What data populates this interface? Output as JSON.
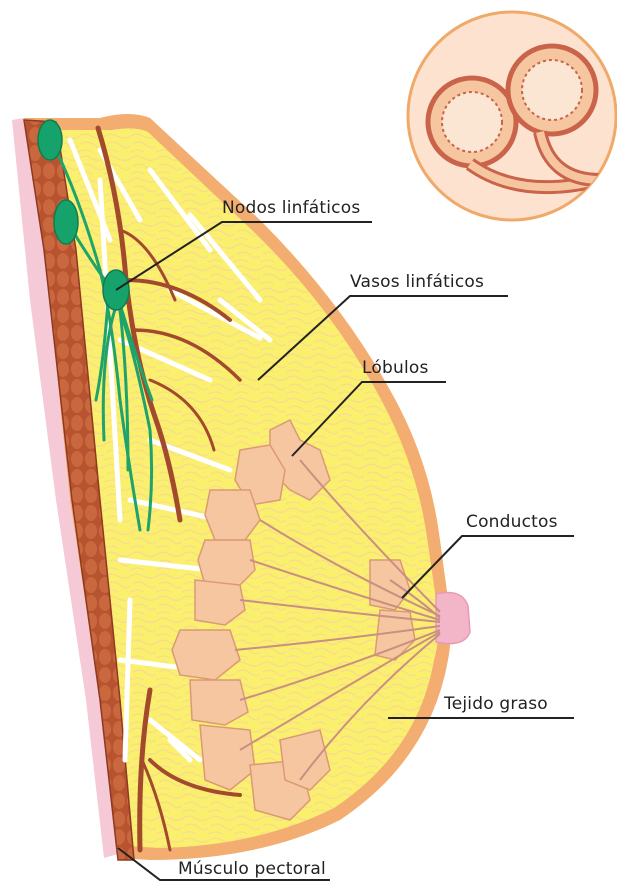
{
  "diagram": {
    "labels": {
      "lymph_nodes": "Nodos linfáticos",
      "lymph_vessels": "Vasos linfáticos",
      "lobules": "Lóbulos",
      "ducts": "Conductos",
      "fatty_tissue": "Tejido graso",
      "pectoral_muscle": "Músculo pectoral"
    },
    "colors": {
      "skin": "#f5c9d6",
      "outline": "#f0a96b",
      "fat": "#fbef6e",
      "fat_cells": "#f6df9a",
      "muscle": "#b5502f",
      "vessel": "#a34a2c",
      "lymph": "#1ea36b",
      "lobule": "#f6c6a0",
      "lobule_edge": "#d99a75",
      "duct_line": "#c98f80",
      "nipple": "#f3b6c9",
      "inset_bg": "#fde3cf",
      "inset_ring": "#c9634a",
      "leader": "#222222"
    }
  }
}
